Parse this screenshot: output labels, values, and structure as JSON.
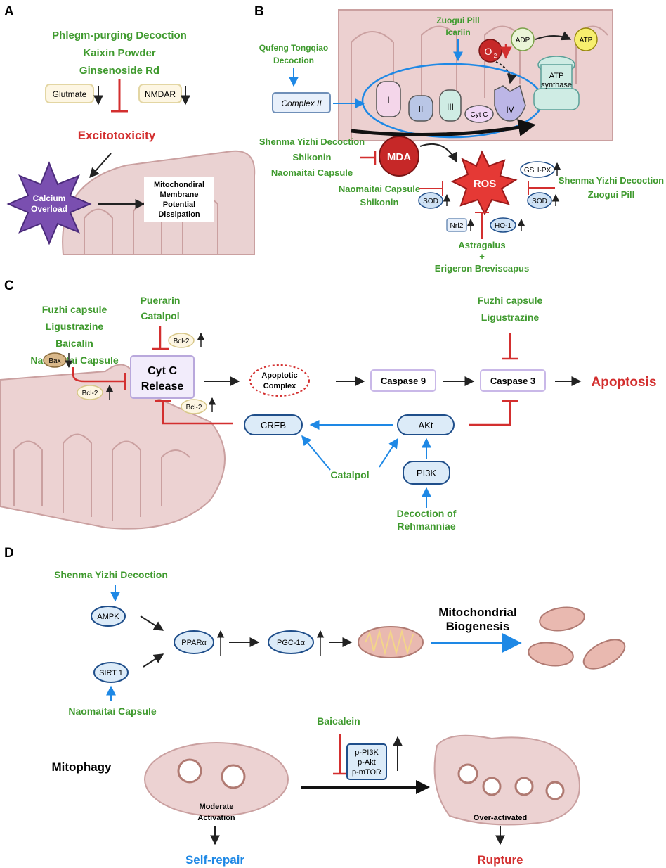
{
  "colors": {
    "green": "#3f9a2e",
    "red": "#d32f2f",
    "blue": "#1e88e5",
    "navy": "#1f4e8a",
    "mito": "#e8c9c9",
    "mito_edge": "#caa0a0"
  },
  "panelA": {
    "letter": "A",
    "drugs": [
      "Phlegm-purging Decoction",
      "Kaixin Powder",
      "Ginsenoside Rd"
    ],
    "glutamate": "Glutmate",
    "nmdar": "NMDAR",
    "excitotoxicity": "Excitotoxicity",
    "calcium": [
      "Calcium",
      "Overload"
    ],
    "mmpd": [
      "Mitochondiral",
      "Membrane",
      "Potential",
      "Dissipation"
    ]
  },
  "panelB": {
    "letter": "B",
    "qufeng": [
      "Qufeng Tongqiao",
      "Decoction"
    ],
    "zuogui_icariin": [
      "Zuogui Pill",
      "Icariin"
    ],
    "complex2": "Complex II",
    "complexes": [
      "I",
      "II",
      "III",
      "Cyt C",
      "IV"
    ],
    "o2": "O",
    "o2_sub": "2",
    "adp": "ADP",
    "atp": "ATP",
    "atp_synthase": [
      "ATP",
      "synthase"
    ],
    "mda_drugs": [
      "Shenma Yizhi Decoction",
      "Shikonin",
      "Naomaitai Capsule"
    ],
    "mda": "MDA",
    "ros": "ROS",
    "left_drugs": [
      "Naomaitai Capsule",
      "Shikonin"
    ],
    "right_drugs": [
      "Shenma Yizhi Decoction",
      "Zuogui Pill"
    ],
    "sod": "SOD",
    "gshpx": "GSH-PX",
    "nrf2": "Nrf2",
    "ho1": "HO-1",
    "bottom_drugs": [
      "Astragalus",
      "+",
      "Erigeron Breviscapus"
    ]
  },
  "panelC": {
    "letter": "C",
    "left_drugs": [
      "Fuzhi capsule",
      "Ligustrazine",
      "Baicalin",
      "Naomaitai Capsule"
    ],
    "puerarin_catalpol": [
      "Puerarin",
      "Catalpol"
    ],
    "bax": "Bax",
    "bcl2": "Bcl-2",
    "cytc_release": [
      "Cyt C",
      "Release"
    ],
    "apoptotic_complex": [
      "Apoptotic",
      "Complex"
    ],
    "caspase9": "Caspase 9",
    "caspase3": "Caspase 3",
    "apoptosis": "Apoptosis",
    "casp3_drugs": [
      "Fuzhi capsule",
      "Ligustrazine"
    ],
    "creb": "CREB",
    "akt": "AKt",
    "pi3k": "PI3K",
    "catalpol": "Catalpol",
    "rehmanniae": [
      "Decoction of",
      "Rehmanniae"
    ]
  },
  "panelD": {
    "letter": "D",
    "shenma": "Shenma Yizhi Decoction",
    "ampk": "AMPK",
    "sirt1": "SIRT 1",
    "naomaitai": "Naomaitai Capsule",
    "ppara": "PPARα",
    "pgc1a": "PGC-1α",
    "biogenesis": [
      "Mitochondrial",
      "Biogenesis"
    ],
    "baicalein": "Baicalein",
    "pathway_box": [
      "p-PI3K",
      "p-Akt",
      "p-mTOR"
    ],
    "mitophagy": "Mitophagy",
    "moderate": [
      "Moderate",
      "Activation"
    ],
    "over": "Over-activated",
    "self_repair": "Self-repair",
    "rupture": "Rupture"
  }
}
